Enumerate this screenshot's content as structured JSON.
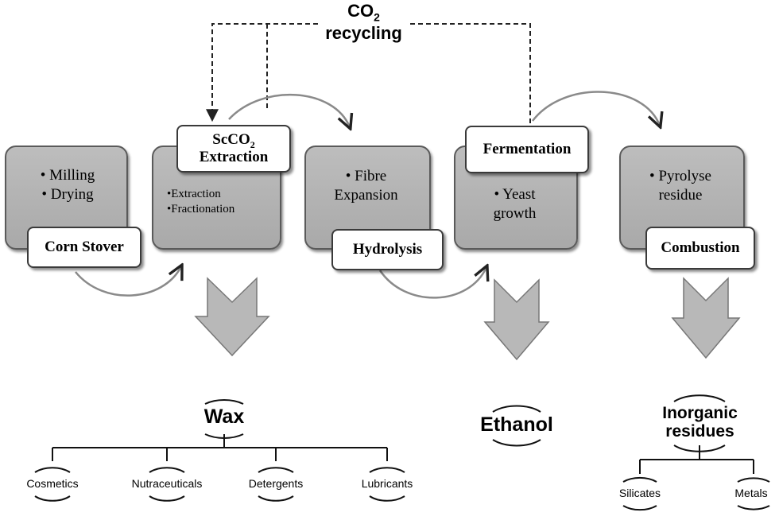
{
  "co2_label": {
    "prefix": "CO",
    "sub": "2",
    "line2": "recycling"
  },
  "steps": [
    {
      "bullets": [
        "• Milling",
        "• Drying"
      ],
      "label": "Corn Stover"
    },
    {
      "label_line1_prefix": "ScCO",
      "label_line1_sub": "2",
      "label_line2": "Extraction",
      "bullets": [
        "•Extraction",
        "•Fractionation"
      ]
    },
    {
      "bullets": [
        "• Fibre",
        "Expansion"
      ],
      "label": "Hydrolysis"
    },
    {
      "label": "Fermentation",
      "bullets": [
        "• Yeast",
        "growth"
      ]
    },
    {
      "bullets": [
        "• Pyrolyse",
        "residue"
      ],
      "label": "Combustion"
    }
  ],
  "outputs": {
    "wax": {
      "title": "Wax",
      "children": [
        "Cosmetics",
        "Nutraceuticals",
        "Detergents",
        "Lubricants"
      ]
    },
    "ethanol": {
      "title": "Ethanol"
    },
    "inorganic": {
      "title_line1": "Inorganic",
      "title_line2": "residues",
      "children": [
        "Silicates",
        "Metals"
      ]
    }
  },
  "colors": {
    "box_fill": "#b3b3b3",
    "arrow_fill": "#b8b8b8",
    "line": "#222222"
  }
}
